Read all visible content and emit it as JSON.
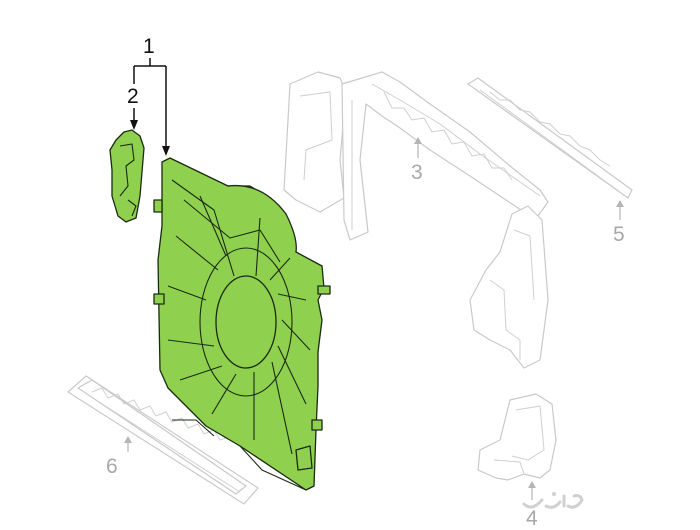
{
  "diagram": {
    "callouts": [
      {
        "id": "1",
        "label": "1",
        "style": "dark"
      },
      {
        "id": "2",
        "label": "2",
        "style": "dark"
      },
      {
        "id": "3",
        "label": "3",
        "style": "gray"
      },
      {
        "id": "4",
        "label": "4",
        "style": "gray"
      },
      {
        "id": "5",
        "label": "5",
        "style": "gray"
      },
      {
        "id": "6",
        "label": "6",
        "style": "gray"
      }
    ],
    "colors": {
      "highlight_fill": "#8fd14f",
      "ghost_stroke": "#c9c9c9",
      "ink": "#111111"
    },
    "watermark": {
      "text": "حراج",
      "icon": "watermark-logo"
    }
  }
}
